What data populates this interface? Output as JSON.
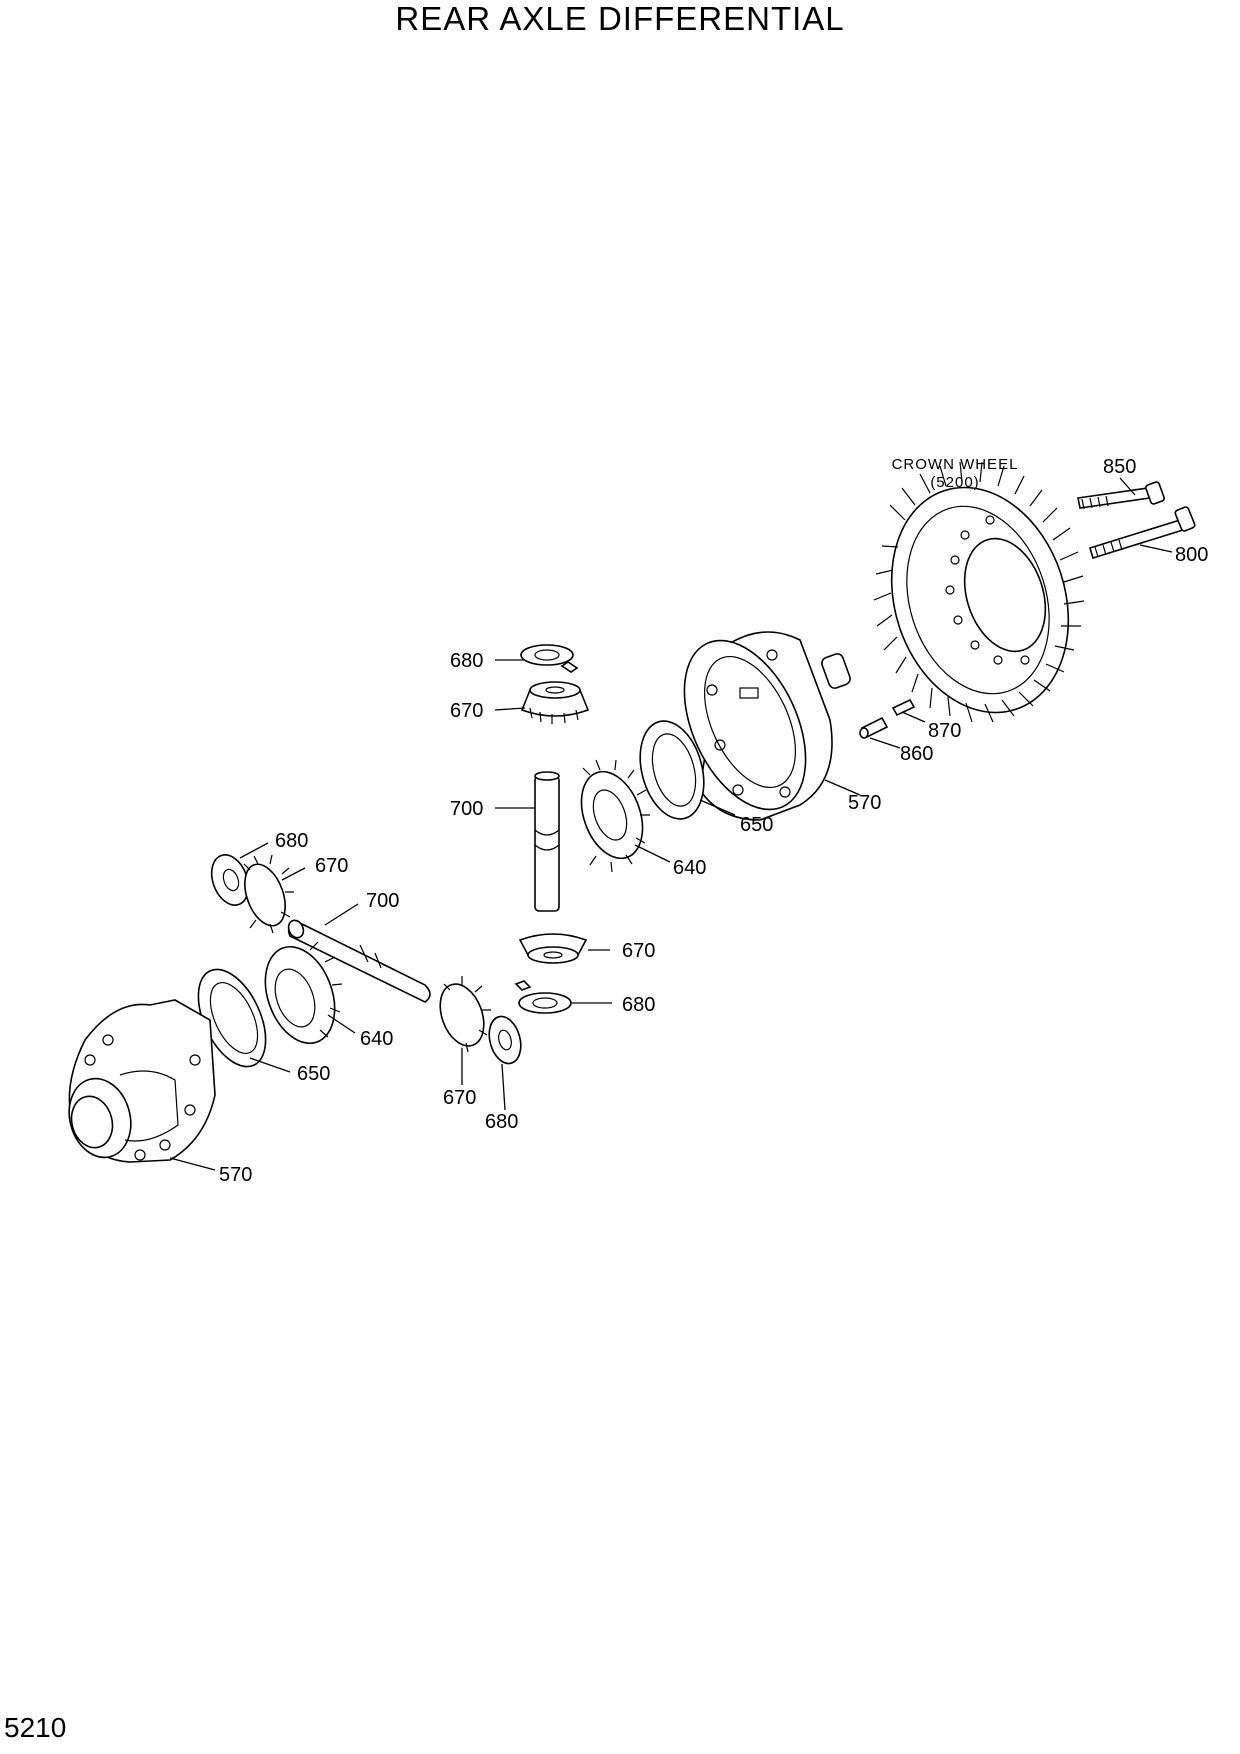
{
  "page": {
    "title": "REAR AXLE DIFFERENTIAL",
    "page_number": "5210"
  },
  "reference": {
    "line1": "CROWN WHEEL",
    "line2": "(5200)"
  },
  "callouts": [
    {
      "id": "c850",
      "text": "850"
    },
    {
      "id": "c800",
      "text": "800"
    },
    {
      "id": "c870",
      "text": "870"
    },
    {
      "id": "c860",
      "text": "860"
    },
    {
      "id": "c570a",
      "text": "570"
    },
    {
      "id": "c650a",
      "text": "650"
    },
    {
      "id": "c640a",
      "text": "640"
    },
    {
      "id": "c680a",
      "text": "680"
    },
    {
      "id": "c670a",
      "text": "670"
    },
    {
      "id": "c700a",
      "text": "700"
    },
    {
      "id": "c670b",
      "text": "670"
    },
    {
      "id": "c680b",
      "text": "680"
    },
    {
      "id": "c680c",
      "text": "680"
    },
    {
      "id": "c670c",
      "text": "670"
    },
    {
      "id": "c700b",
      "text": "700"
    },
    {
      "id": "c640b",
      "text": "640"
    },
    {
      "id": "c650b",
      "text": "650"
    },
    {
      "id": "c670d",
      "text": "670"
    },
    {
      "id": "c680d",
      "text": "680"
    },
    {
      "id": "c570b",
      "text": "570"
    }
  ]
}
